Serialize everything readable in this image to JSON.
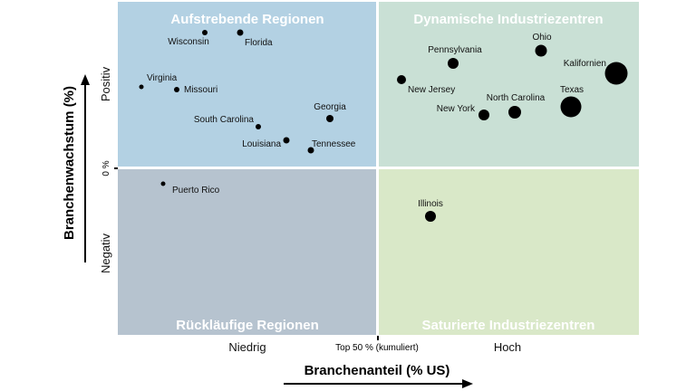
{
  "chart_data": {
    "type": "scatter",
    "variant": "bubble-quadrant",
    "xlabel": "Branchenanteil (% US)",
    "ylabel": "Branchenwachstum (%)",
    "x_ticks": [
      "Niedrig",
      "Top 50 % (kumuliert)",
      "Hoch"
    ],
    "y_ticks": [
      "Negativ",
      "0 %",
      "Positiv"
    ],
    "quadrants": {
      "top_left": {
        "label": "Aufstrebende Regionen",
        "color": "#b3d1e3"
      },
      "top_right": {
        "label": "Dynamische Industriezentren",
        "color": "#c9e0d5"
      },
      "bottom_left": {
        "label": "Rückläufige Regionen",
        "color": "#b6c3cf"
      },
      "bottom_right": {
        "label": "Saturierte Industriezentren",
        "color": "#d9e8c8"
      }
    },
    "grid": false,
    "legend": "none",
    "marker_color": "#000000",
    "points": [
      {
        "name": "Wisconsin",
        "quadrant": "top_left"
      },
      {
        "name": "Florida",
        "quadrant": "top_left"
      },
      {
        "name": "Virginia",
        "quadrant": "top_left"
      },
      {
        "name": "Missouri",
        "quadrant": "top_left"
      },
      {
        "name": "South Carolina",
        "quadrant": "top_left"
      },
      {
        "name": "Louisiana",
        "quadrant": "top_left"
      },
      {
        "name": "Georgia",
        "quadrant": "top_left"
      },
      {
        "name": "Tennessee",
        "quadrant": "top_left"
      },
      {
        "name": "Puerto Rico",
        "quadrant": "bottom_left"
      },
      {
        "name": "Pennsylvania",
        "quadrant": "top_right"
      },
      {
        "name": "Ohio",
        "quadrant": "top_right"
      },
      {
        "name": "Kalifornien",
        "quadrant": "top_right"
      },
      {
        "name": "New Jersey",
        "quadrant": "top_right"
      },
      {
        "name": "Texas",
        "quadrant": "top_right"
      },
      {
        "name": "North Carolina",
        "quadrant": "top_right"
      },
      {
        "name": "New York",
        "quadrant": "top_right"
      },
      {
        "name": "Illinois",
        "quadrant": "bottom_right"
      }
    ]
  }
}
